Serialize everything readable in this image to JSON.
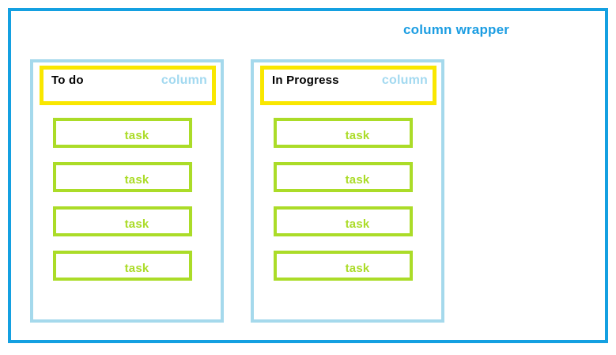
{
  "diagram": {
    "wrapper_label": "column wrapper",
    "columns": [
      {
        "title": "To do",
        "type_label": "column",
        "tasks": [
          "task",
          "task",
          "task",
          "task"
        ]
      },
      {
        "title": "In Progress",
        "type_label": "column",
        "tasks": [
          "task",
          "task",
          "task",
          "task"
        ]
      }
    ],
    "colors": {
      "wrapper-border": "#14a0e1",
      "wrapper-label": "#1b9de2",
      "column-border": "#a5d9ec",
      "column-label": "#a2d9f0",
      "header-border": "#f9e700",
      "task-border": "#abdc28",
      "title-text": "#000000"
    }
  }
}
